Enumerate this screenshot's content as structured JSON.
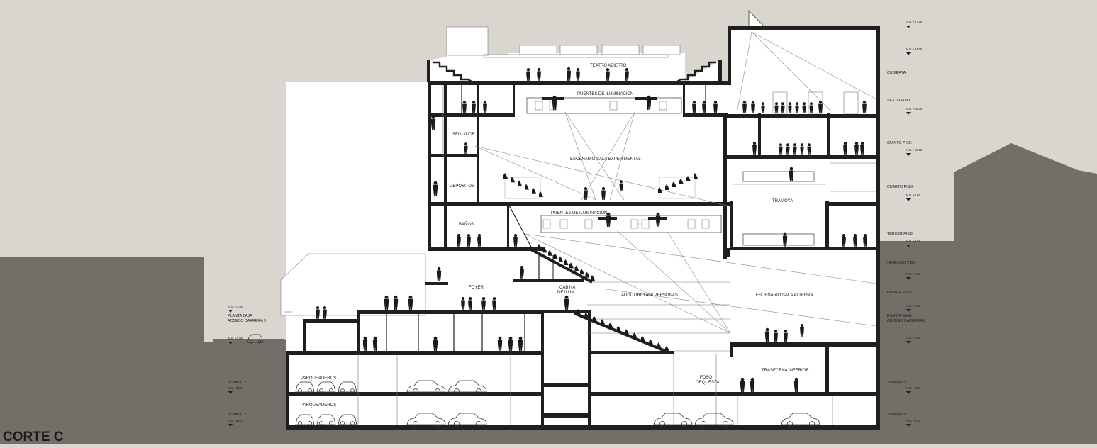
{
  "title": "CORTE C",
  "rooms": {
    "teatro_abierto": "TEATRO ABIERTO",
    "puentes_1": "PUENTES DE ILUMINACIÓN",
    "seguidor": "SEGUIDOR",
    "escenario_experimental": "ESCENARIO SALA EXPERIMENTAL",
    "depositos": "DEPÓSITOS",
    "puentes_2": "PUENTES DE ILUMINACIÓN",
    "banos": "BAÑOS",
    "tramoya": "TRAMOYA",
    "foyer": "FOYER",
    "cabina_1": "CABINA",
    "cabina_2": "DE ILUM.",
    "auditorio": "AUDITORIO 450 PERSONAS",
    "escenario_alterna": "ESCENARIO SALA ALTERNA",
    "parqueaderos_1": "PARQUEADEROS",
    "parqueaderos_2": "PARQUEADEROS",
    "foso_1": "FOSO",
    "foso_2": "ORQUESTA",
    "trasescena": "TRASECENA INFERIOR"
  },
  "levels_right": [
    {
      "name": "",
      "elev": "N.E. +27.00"
    },
    {
      "name": "",
      "elev": "N.E. +24.00"
    },
    {
      "name": "CUBIERTA",
      "elev": ""
    },
    {
      "name": "SEXTO PISO",
      "elev": "N.E. +18.00"
    },
    {
      "name": "QUINTO PISO",
      "elev": "N.E. +13.50"
    },
    {
      "name": "CUARTO PISO",
      "elev": "N.E. +9.00"
    },
    {
      "name": "TERCER PISO",
      "elev": "N.E. +6.50"
    },
    {
      "name": "SEGUNDO PISO",
      "elev": "N.E. +6.00"
    },
    {
      "name": "PRIMER PISO",
      "elev": "N.E. +3.50"
    },
    {
      "name": "PLANTA BAJA",
      "elev": ""
    },
    {
      "name": "ACCESO CARRERA 6",
      "elev": "N.E. +1.00"
    },
    {
      "name": "SÓTANO 1",
      "elev": "N.E. -3.50"
    },
    {
      "name": "SÓTANO 2",
      "elev": "N.E. -6.00"
    }
  ],
  "levels_left": [
    {
      "name": "N.E. +1.50",
      "elev": ""
    },
    {
      "name": "PLANTA BAJA",
      "elev": ""
    },
    {
      "name": "ACCESO CARRERA 6",
      "elev": ""
    },
    {
      "name": "N.E. +1.00",
      "elev": ""
    },
    {
      "name": "SÓTANO 1",
      "elev": "N.E. -3.50"
    },
    {
      "name": "SÓTANO 2",
      "elev": "N.E. -6.00"
    }
  ]
}
